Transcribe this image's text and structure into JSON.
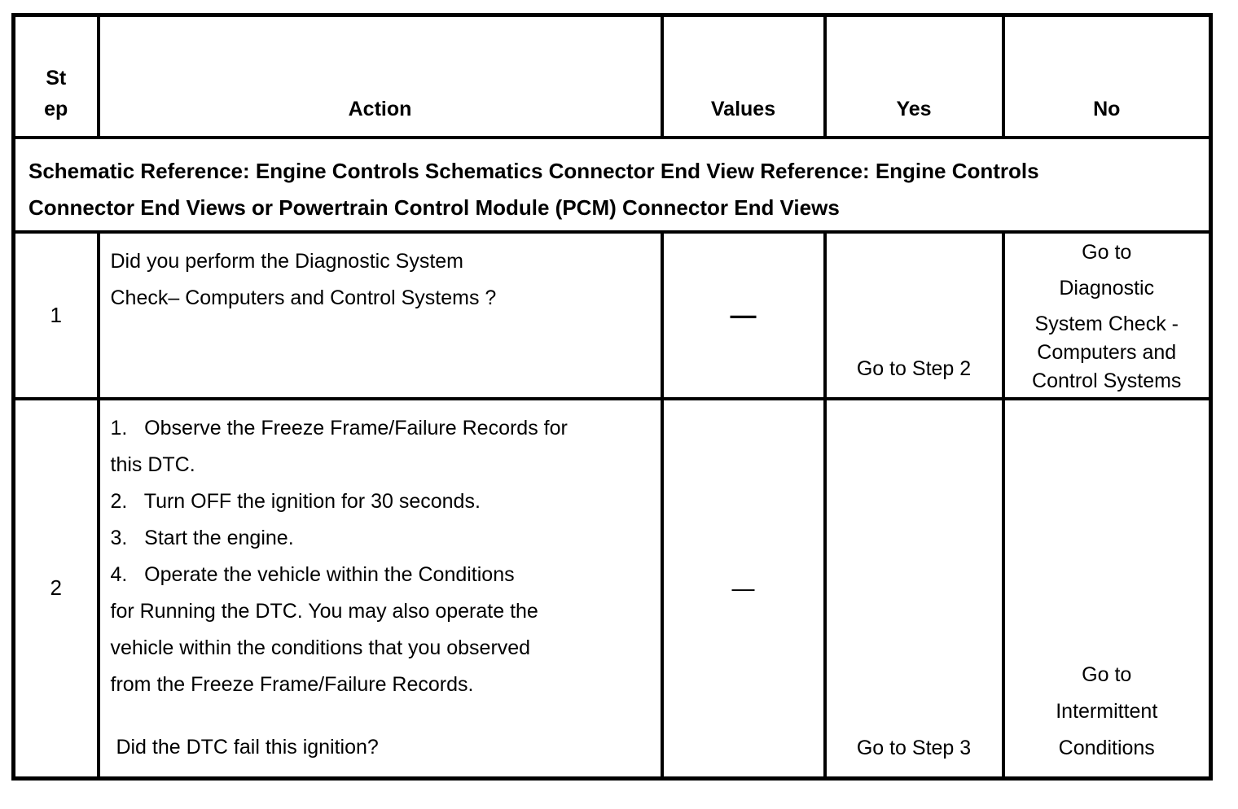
{
  "colors": {
    "background": "#ffffff",
    "border": "#000000",
    "text": "#000000"
  },
  "table": {
    "header": {
      "step_line1": "St",
      "step_line2": "ep",
      "action": "Action",
      "values": "Values",
      "yes": "Yes",
      "no": "No"
    },
    "schematic_note": {
      "line1": "Schematic Reference: Engine Controls Schematics Connector End View Reference: Engine Controls",
      "line2": "Connector End Views or Powertrain Control Module (PCM) Connector End Views"
    },
    "rows": [
      {
        "step": "1",
        "action_lines": [
          "Did you perform the Diagnostic System",
          "Check– Computers and Control Systems ?"
        ],
        "values": "—",
        "yes": "Go to Step 2",
        "no_lines": [
          "Go to",
          "Diagnostic",
          "System Check -",
          "Computers and",
          "Control Systems"
        ]
      },
      {
        "step": "2",
        "action_lines": [
          "1.   Observe the Freeze Frame/Failure Records for",
          "this DTC.",
          "2.   Turn OFF the ignition for 30 seconds.",
          "3.   Start the engine.",
          "4.   Operate the vehicle within the Conditions",
          "for Running the DTC. You may also operate the",
          "vehicle within the conditions that you observed",
          "from the Freeze Frame/Failure Records.",
          " Did the DTC fail this ignition?"
        ],
        "values": "—",
        "yes": "Go to Step 3",
        "no_lines": [
          "Go to",
          "Intermittent",
          "Conditions"
        ]
      }
    ]
  }
}
